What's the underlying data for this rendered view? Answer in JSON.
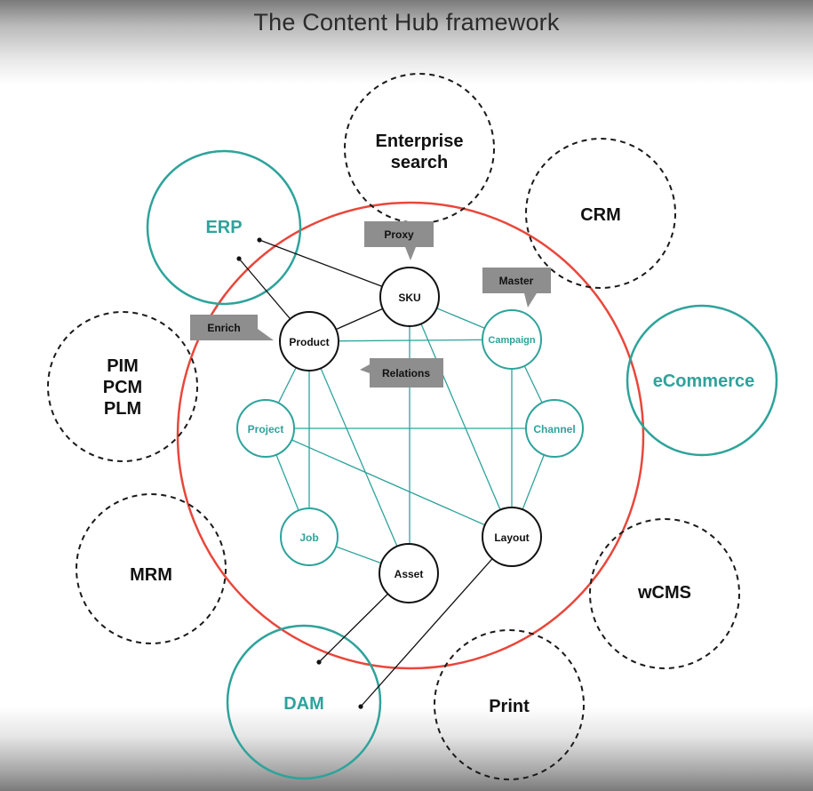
{
  "title": "The Content Hub framework",
  "colors": {
    "teal": "#2ea39b",
    "hub_ring": "#e8473b",
    "dashed": "#1a1a1a",
    "tag_fill": "#8e8e8e"
  },
  "external_systems": {
    "enterprise_search": [
      "Enterprise",
      "search"
    ],
    "crm": "CRM",
    "erp": "ERP",
    "pim": [
      "PIM",
      "PCM",
      "PLM"
    ],
    "ecommerce": "eCommerce",
    "mrm": "MRM",
    "wcms": "wCMS",
    "dam": "DAM",
    "print": "Print"
  },
  "nodes": {
    "sku": "SKU",
    "product": "Product",
    "campaign": "Campaign",
    "project": "Project",
    "channel": "Channel",
    "job": "Job",
    "asset": "Asset",
    "layout": "Layout"
  },
  "tags": {
    "proxy": "Proxy",
    "master": "Master",
    "enrich": "Enrich",
    "relations": "Relations"
  }
}
